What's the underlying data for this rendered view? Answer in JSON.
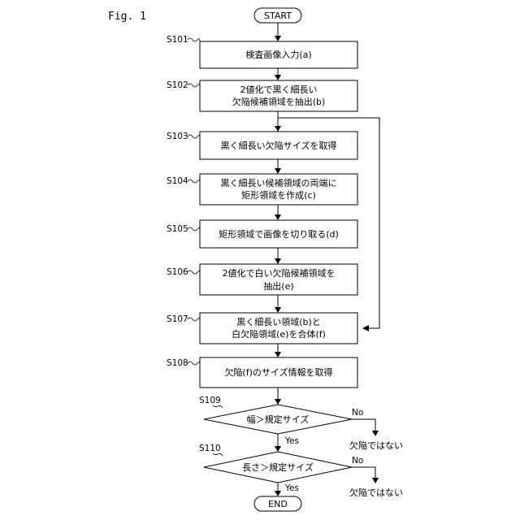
{
  "figure_label": "Fig. 1",
  "terminals": {
    "start": "START",
    "end": "END"
  },
  "steps": [
    {
      "id": "S101",
      "lines": [
        "検査画像入力(a)"
      ]
    },
    {
      "id": "S102",
      "lines": [
        "2値化で黒く細長い",
        "欠陥候補領域を抽出(b)"
      ]
    },
    {
      "id": "S103",
      "lines": [
        "黒く細長い欠陥サイズを取得"
      ]
    },
    {
      "id": "S104",
      "lines": [
        "黒く細長い候補領域の両端に",
        "矩形領域を作成(c)"
      ]
    },
    {
      "id": "S105",
      "lines": [
        "矩形領域で画像を切り取る(d)"
      ]
    },
    {
      "id": "S106",
      "lines": [
        "2値化で白い欠陥候補領域を",
        "抽出(e)"
      ]
    },
    {
      "id": "S107",
      "lines": [
        "黒く細長い領域(b)と",
        "白欠陥領域(e)を合体(f)"
      ]
    },
    {
      "id": "S108",
      "lines": [
        "欠陥(f)のサイズ情報を取得"
      ]
    }
  ],
  "decisions": [
    {
      "id": "S109",
      "text": "幅＞規定サイズ",
      "no_label": "No",
      "yes_label": "Yes",
      "no_result": "欠陥ではない"
    },
    {
      "id": "S110",
      "text": "長さ＞規定サイズ",
      "no_label": "No",
      "yes_label": "Yes",
      "no_result": "欠陥ではない"
    }
  ]
}
